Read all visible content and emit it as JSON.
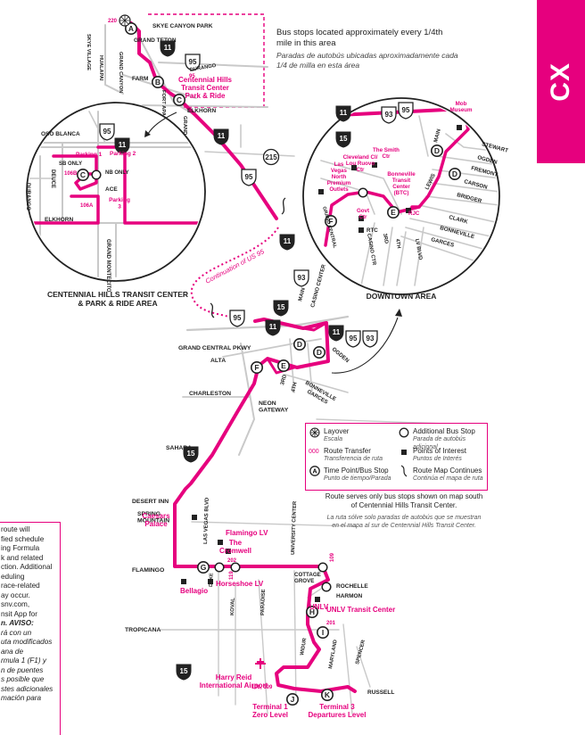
{
  "route": "CX",
  "stop_note": {
    "en": "Bus stops located approximately every 1/4th mile in this area",
    "es": "Paradas de autobús ubicadas aproximadamente cada 1/4 de milla en esta área"
  },
  "continuation_label": "Continuation of US 95",
  "captions": {
    "centennial": [
      "CENTENNIAL HILLS TRANSIT CENTER",
      "& PARK & RIDE AREA"
    ],
    "downtown": "DOWNTOWN AREA"
  },
  "legend": {
    "layover": {
      "en": "Layover",
      "es": "Escala"
    },
    "route_transfer": {
      "sym": "000",
      "en": "Route Transfer",
      "es": "Transferencia de ruta"
    },
    "timepoint": {
      "sym": "A",
      "en": "Time Point/Bus Stop",
      "es": "Punto de tiempo/Parada"
    },
    "additional_stop": {
      "en": "Additional Bus Stop",
      "es": "Parada de autobús adicional"
    },
    "poi": {
      "en": "Points of Interest",
      "es": "Puntos de Interés"
    },
    "continues": {
      "en": "Route Map Continues",
      "es": "Continúa el mapa de ruta"
    }
  },
  "service_note": {
    "en": "Route serves only bus stops shown on map south of Centennial Hills Transit Center.",
    "es": "La ruta sólve solo paradas de autobús que se muestran en el mapa al sur de Centennial Hills Transit Center."
  },
  "side_note": {
    "en": [
      "route will",
      "fied schedule",
      "ing Formula",
      "k and related",
      "ction. Additional",
      "eduling",
      "race-related",
      "ay occur.",
      "snv.com,",
      "nsit App for"
    ],
    "aviso_line": "n. AVISO:",
    "es": [
      "rá con un",
      "uta modificados",
      "ana de",
      "rmula 1 (F1) y",
      "n de puentes",
      "s posible que",
      "stes adicionales",
      "mación para"
    ]
  },
  "main_labels": {
    "streets": [
      "SKYE CANYON PARK",
      "GRAND TETON",
      "DURANGO",
      "FARM",
      "FORT APACHE",
      "ELKHORN",
      "GRAND MONTECITO",
      "SKYE VILLAGE",
      "HUALAPAI",
      "GRAND CANYON",
      "GRAND CENTRAL PKWY",
      "ALTA",
      "CHARLESTON",
      "NEON GATEWAY",
      "SAHARA",
      "DESERT INN",
      "SPRING MOUNTAIN",
      "FLAMINGO",
      "TROPICANA",
      "MAIN",
      "CASINO CENTER",
      "OGDEN",
      "BONNEVILLE",
      "GARCES",
      "3RD",
      "4TH",
      "LAS VEGAS BLVD",
      "DUKE",
      "KOVAL",
      "PARADISE",
      "UNIVERSITY CENTER",
      "COTTAGE GROVE",
      "ROCHELLE",
      "HARMON",
      "MARYLAND",
      "SPENCER",
      "RUSSELL",
      "WIDUR"
    ],
    "pois": [
      "Centennial Hills Transit Center Park & Ride",
      "Caesars Palace",
      "Flamingo LV",
      "The Cromwell",
      "Bellagio",
      "Horseshoe LV",
      "UNLV",
      "UNLV Transit Center",
      "Harry Reid International Airport",
      "Terminal 1 Zero Level",
      "Terminal 3 Departures Level"
    ],
    "transfers": [
      "220",
      "95",
      "202",
      "119",
      "109",
      "201",
      "108, 109"
    ],
    "shields": [
      "95",
      "11",
      "215",
      "93",
      "15"
    ]
  },
  "centennial_inset": {
    "streets": [
      "OSO BLANCA",
      "DEUCE",
      "DURANGO",
      "ELKHORN",
      "GRAND MONTECITO",
      "ACE",
      "SB ONLY",
      "NB ONLY"
    ],
    "pois": [
      "Parking 1",
      "Parking 2",
      "Parking 3",
      "106B",
      "106A"
    ],
    "shields": [
      "95",
      "11"
    ]
  },
  "downtown_inset": {
    "streets": [
      "MAIN",
      "STEWART",
      "OGDEN",
      "FREMONT",
      "CARSON",
      "BRIDGER",
      "LEWIS",
      "CLARK",
      "BONNEVILLE",
      "GARCES",
      "GRAND CENTRAL",
      "CASINO CTR",
      "3RD",
      "4TH",
      "LV BLVD"
    ],
    "pois": [
      "Mob Museum",
      "The Smith Ctr",
      "Cleveland Cl/ Lou Ruovo Ctr",
      "Las Vegas North Premium Outlets",
      "Bonneville Transit Center (BTC)",
      "Govt Ctr",
      "RTC",
      "RJC"
    ],
    "shields": [
      "11",
      "93",
      "95",
      "15"
    ]
  },
  "stops": [
    "A",
    "B",
    "C",
    "D",
    "E",
    "F",
    "G",
    "H",
    "I",
    "J",
    "K"
  ],
  "colors": {
    "route": "#e6007e",
    "street": "#c9c9c9",
    "text": "#222222"
  }
}
